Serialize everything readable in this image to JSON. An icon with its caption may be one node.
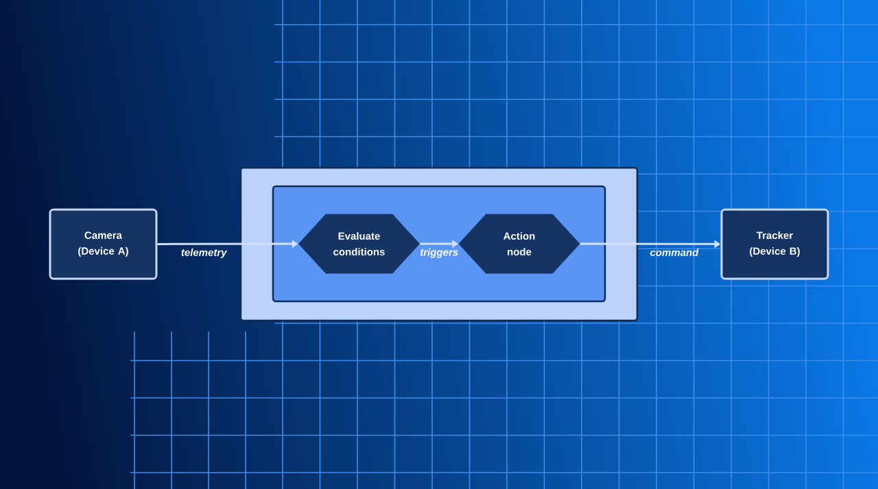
{
  "diagram": {
    "nodes": [
      {
        "text": [
          "Camera (Device A)"
        ]
      },
      {
        "text": [],
        "shape": "box"
      },
      {
        "text": [],
        "shape": "box",
        "in": 1
      },
      {
        "text": [
          "Evaluate conditions"
        ],
        "in": 2
      },
      {
        "text": [
          "Action node"
        ],
        "in": 2
      },
      {
        "text": [
          "Tracker (Device B)"
        ]
      }
    ],
    "edges": [
      {
        "from": 0,
        "to": 3,
        "arrow": "to",
        "label": "telemetry"
      },
      {
        "from": 3,
        "to": 4,
        "arrow": "to",
        "label": "triggers"
      },
      {
        "from": 4,
        "to": 5,
        "arrow": "to",
        "label": "command"
      }
    ]
  }
}
